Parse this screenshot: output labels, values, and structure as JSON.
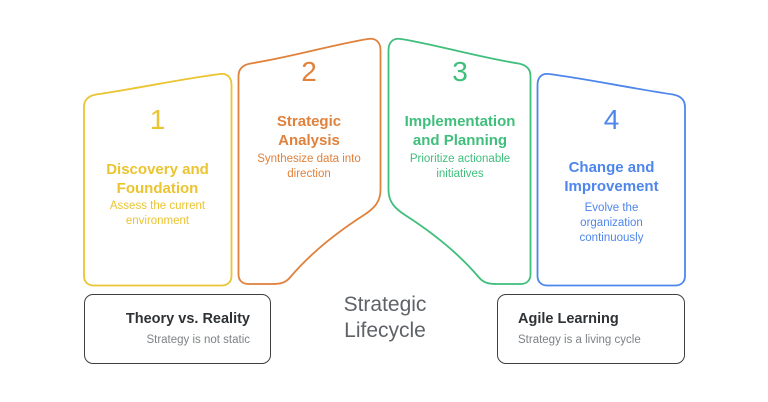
{
  "title": {
    "text": "Strategic Lifecycle"
  },
  "panels": [
    {
      "number": "1",
      "title": "Discovery and Foundation",
      "subtitle": "Assess the current environment",
      "color": "#EBC431"
    },
    {
      "number": "2",
      "title": "Strategic Analysis",
      "subtitle": "Synthesize data into direction",
      "color": "#E0813C"
    },
    {
      "number": "3",
      "title": "Implementation and Planning",
      "subtitle": "Prioritize actionable initiatives",
      "color": "#3FBE7C"
    },
    {
      "number": "4",
      "title": "Change and Improvement",
      "subtitle": "Evolve the organization continuously",
      "color": "#4E86EC"
    }
  ],
  "notes": [
    {
      "title": "Theory vs. Reality",
      "subtitle": "Strategy is not static"
    },
    {
      "title": "Agile Learning",
      "subtitle": "Strategy is a living cycle"
    }
  ],
  "colors": {
    "note_border": "#3C4043",
    "note_title_text": "#2E3235",
    "note_subtitle_text": "#7E8285",
    "center_title_text": "#5F6368",
    "background": "#FFFFFF"
  }
}
